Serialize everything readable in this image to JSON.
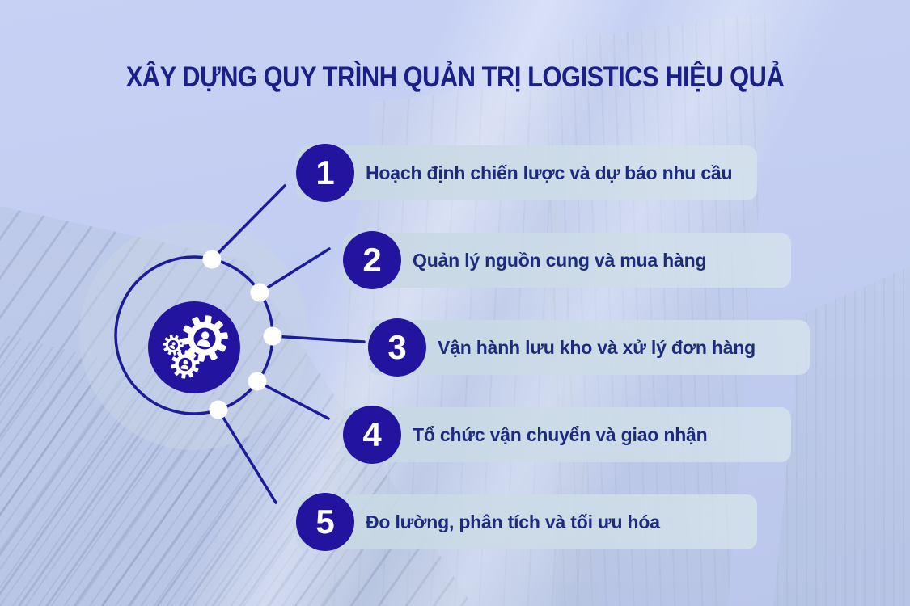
{
  "title": "XÂY DỰNG QUY TRÌNH QUẢN TRỊ LOGISTICS HIỆU QUẢ",
  "hub": {
    "icon": "gears-people-icon"
  },
  "steps": [
    {
      "number": "1",
      "label": "Hoạch định chiến lược và dự báo nhu cầu"
    },
    {
      "number": "2",
      "label": "Quản lý nguồn cung và mua hàng"
    },
    {
      "number": "3",
      "label": "Vận hành lưu kho và xử lý đơn hàng"
    },
    {
      "number": "4",
      "label": "Tổ chức vận chuyển và giao nhận"
    },
    {
      "number": "5",
      "label": "Đo lường, phân tích và tối ưu hóa"
    }
  ],
  "colors": {
    "badge_navy": "#2314A0",
    "line_navy": "#1C1C99",
    "title_text": "#1B2088",
    "label_text": "#1D2B7C",
    "bar_background": "#CCDAE6",
    "page_background": "#C2CDF0",
    "dot_white": "#FFFFFF"
  }
}
